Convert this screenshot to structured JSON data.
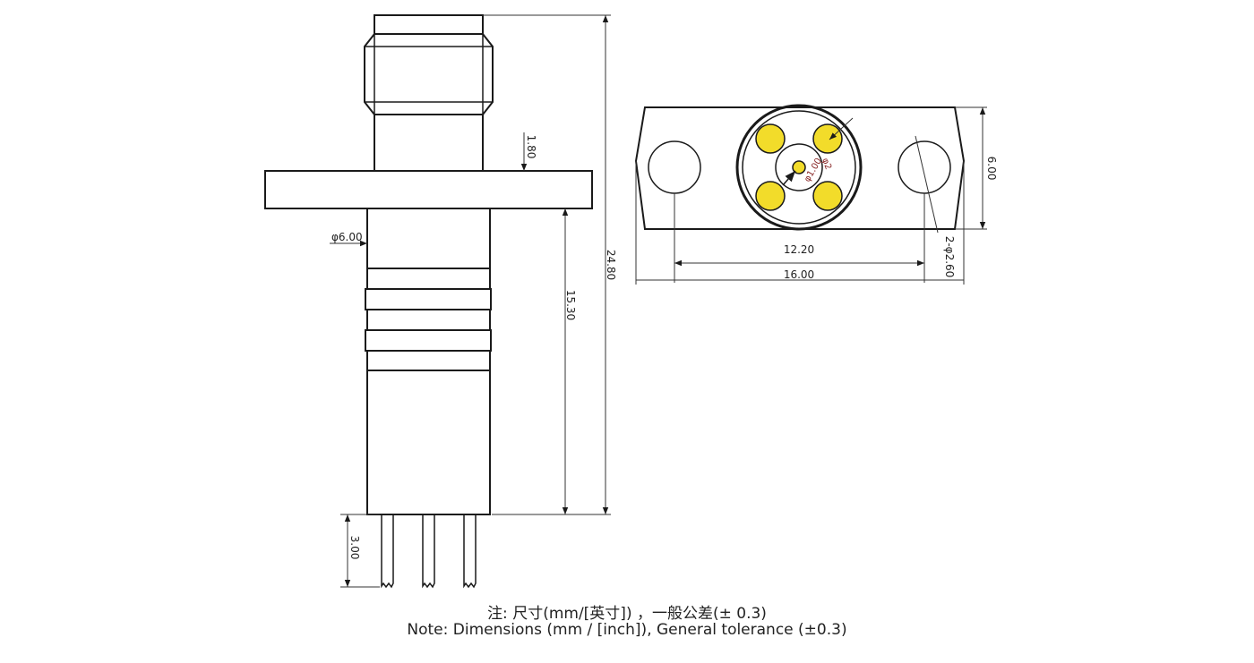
{
  "dimensions": {
    "overall_height": "24.80",
    "flange_thickness": "1.80",
    "body_diameter": "φ6.00",
    "body_length": "15.30",
    "pin_length": "3.00",
    "flange_height": "6.00",
    "hole_spacing": "12.20",
    "flange_width": "16.00",
    "mount_holes": "2-φ2.60",
    "center_pin": "φ1.00",
    "contact_pin": "φ2"
  },
  "notes": {
    "chinese": "注: 尺寸(mm/[英寸]) ，一般公差(± 0.3)",
    "english": "Note: Dimensions (mm / [inch]), General tolerance (±0.3)"
  },
  "colors": {
    "line": "#1a1a1a",
    "contact_fill": "#f2dc2a",
    "dimension": "#333333"
  }
}
